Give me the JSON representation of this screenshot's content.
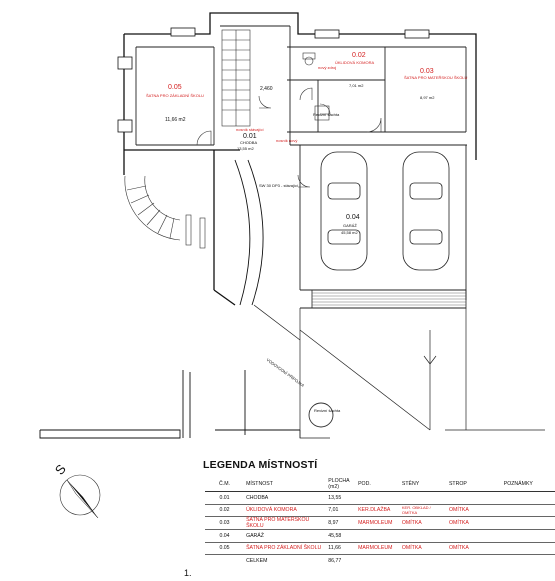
{
  "rooms": [
    {
      "id": "0.05",
      "name": "ŠATNA PRO ZÁKLADNÍ ŠKOLU",
      "area": "11,66 m2"
    },
    {
      "id": "0.01",
      "name": "CHODBA",
      "area": "13,55 m2"
    },
    {
      "id": "0.02",
      "name": "ÚKLIDOVÁ KOMORA",
      "area": "7,01 m2"
    },
    {
      "id": "0.03",
      "name": "ŠATNA PRO MATEŘSKOU ŠKOLU",
      "area": "8,97 m2"
    },
    {
      "id": "0.04",
      "name": "GARÁŽ",
      "area": "45,58 m2"
    }
  ],
  "annotations": {
    "dim_2460": "2,460",
    "chodba_note1": "nosník stávající",
    "chodba_note2": "nosník nový",
    "sw_note": "SW 30 DP3 - stávající",
    "vodovod": "VODOVODNÍ PŘÍPOJKA",
    "revize1": "Revizní šachta",
    "revize2": "Revizní šachta",
    "novy_zdroj": "nový zdroj"
  },
  "legend": {
    "title": "LEGENDA MÍSTNOSTÍ",
    "headers": [
      "Č.M.",
      "MÍSTNOST",
      "PLOCHA (m2)",
      "POD.",
      "STĚNY",
      "STROP",
      "POZNÁMKY"
    ],
    "rows": [
      {
        "no": "0.01",
        "name": "CHODBA",
        "area": "13,55",
        "floor": "",
        "walls": "",
        "ceiling": "",
        "notes": "",
        "red": false
      },
      {
        "no": "0.02",
        "name": "ÚKLIDOVÁ KOMORA",
        "area": "7,01",
        "floor": "KER.DLAŽBA",
        "walls": "KER. OBKLAD / OMÍTKA",
        "ceiling": "OMÍTKA",
        "notes": "",
        "red": true
      },
      {
        "no": "0.03",
        "name": "ŠATNA PRO MATEŘSKOU ŠKOLU",
        "area": "8,97",
        "floor": "MARMOLEUM",
        "walls": "OMÍTKA",
        "ceiling": "OMÍTKA",
        "notes": "",
        "red": true
      },
      {
        "no": "0.04",
        "name": "GARÁŽ",
        "area": "45,58",
        "floor": "",
        "walls": "",
        "ceiling": "",
        "notes": "",
        "red": false
      },
      {
        "no": "0.05",
        "name": "ŠATNA PRO ZÁKLADNÍ ŠKOLU",
        "area": "11,66",
        "floor": "MARMOLEUM",
        "walls": "OMÍTKA",
        "ceiling": "OMÍTKA",
        "notes": "",
        "red": true
      }
    ],
    "total_label": "CELKEM",
    "total_value": "86,77"
  },
  "north_label": "S",
  "page_mark": "1."
}
